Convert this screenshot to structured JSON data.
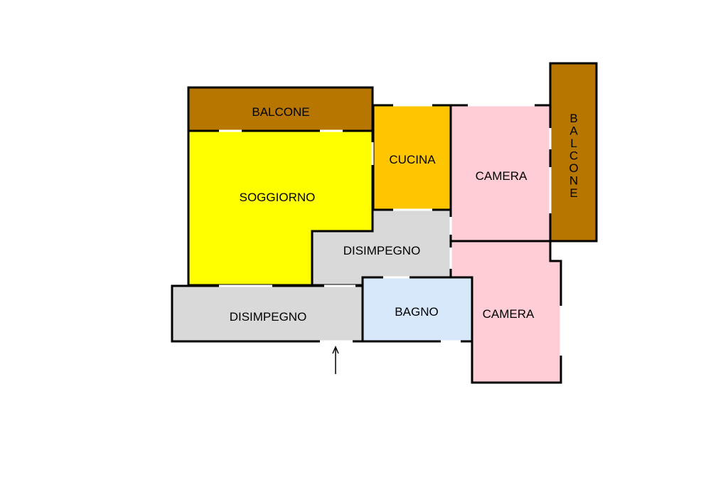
{
  "colors": {
    "balcone": "#B77600",
    "soggiorno": "#FFFF00",
    "cucina": "#FFC600",
    "camera": "#FFCDD6",
    "disimpegno": "#D9D9D9",
    "bagno": "#D6E8FA",
    "wall": "#000000"
  },
  "rooms": {
    "balcone_top": "BALCONE",
    "soggiorno": "SOGGIORNO",
    "cucina": "CUCINA",
    "camera_top": "CAMERA",
    "balcone_side": "BALCONE",
    "disimpegno_center": "DISIMPEGNO",
    "disimpegno_entry": "DISIMPEGNO",
    "bagno": "BAGNO",
    "camera_bottom": "CAMERA"
  },
  "icons": {
    "entrance": "entrance-arrow-icon"
  }
}
